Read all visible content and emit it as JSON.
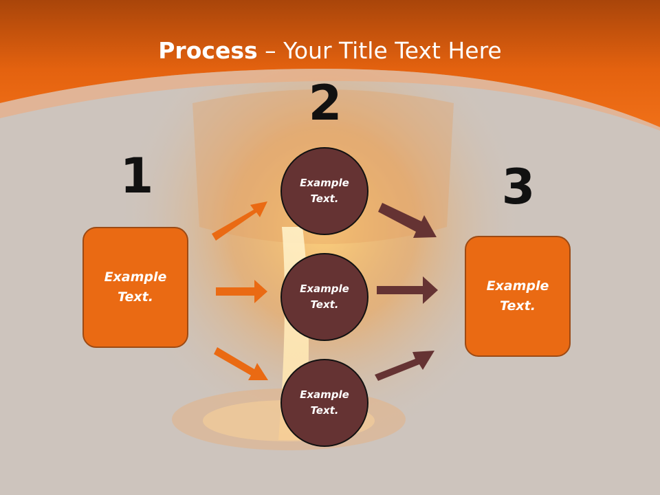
{
  "title": {
    "bold": "Process",
    "rest": " – Your Title Text Here"
  },
  "steps": {
    "one": "1",
    "two": "2",
    "three": "3"
  },
  "left_box": {
    "line1": "Example",
    "line2": "Text."
  },
  "circles": [
    {
      "line1": "Example",
      "line2": "Text."
    },
    {
      "line1": "Example",
      "line2": "Text."
    },
    {
      "line1": "Example",
      "line2": "Text."
    }
  ],
  "right_box": {
    "line1": "Example",
    "line2": "Text."
  },
  "colors": {
    "orange": "#ea6a13",
    "maroon": "#653333",
    "background": "#cdc4bd"
  }
}
